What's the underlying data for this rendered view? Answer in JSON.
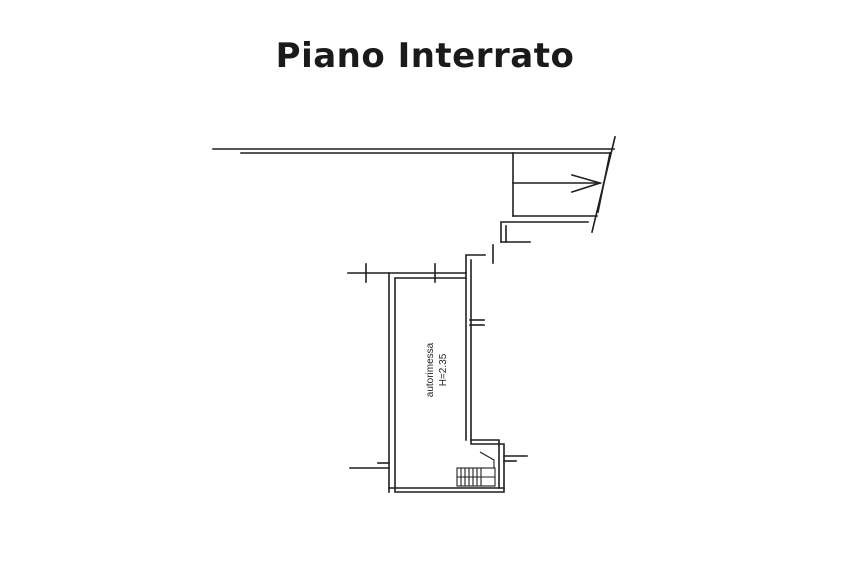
{
  "title": "Piano Interrato",
  "rooms": [
    {
      "name": "autorimessa",
      "height": "H=2.35"
    }
  ],
  "colors": {
    "line": "#1f1f1f",
    "background": "#ffffff"
  }
}
